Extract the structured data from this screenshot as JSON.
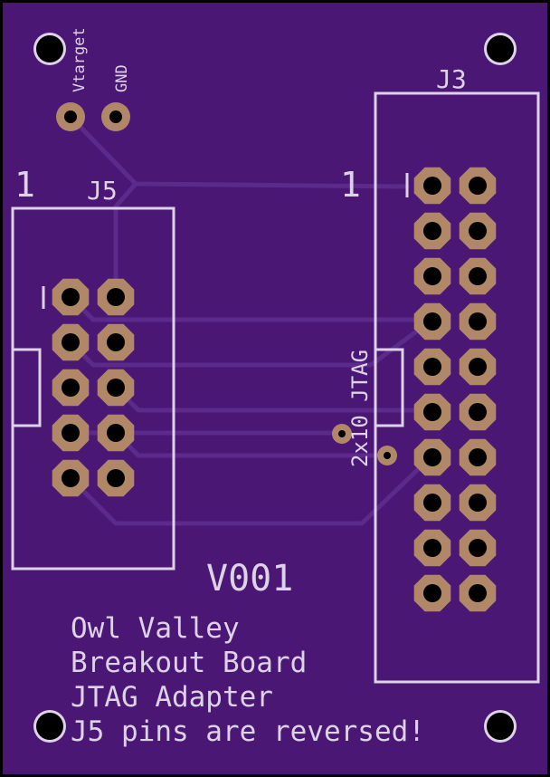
{
  "board": {
    "background_color": "#000000",
    "pcb_color": "#4a1775",
    "trace_color": "#5b2a8a",
    "silk_color": "#ddd2e6",
    "pad_color": "#b08868",
    "hole_color": "#000000"
  },
  "labels": {
    "vtarget": "Vtarget",
    "gnd": "GND",
    "j3": "J3",
    "j5": "J5",
    "pin1_j5": "1",
    "pin1_j3": "1",
    "jtag_label": "2x10 JTAG",
    "version": "V001"
  },
  "notes": [
    "Owl Valley",
    "Breakout Board",
    "JTAG Adapter",
    "J5 pins are reversed!"
  ],
  "connectors": {
    "j5": {
      "rows": 5,
      "cols": 2,
      "pad_shape": "octagon"
    },
    "j3": {
      "rows": 10,
      "cols": 2,
      "pad_shape": "octagon"
    },
    "power_pads": 2,
    "vias": 2,
    "mounting_holes": 4
  }
}
